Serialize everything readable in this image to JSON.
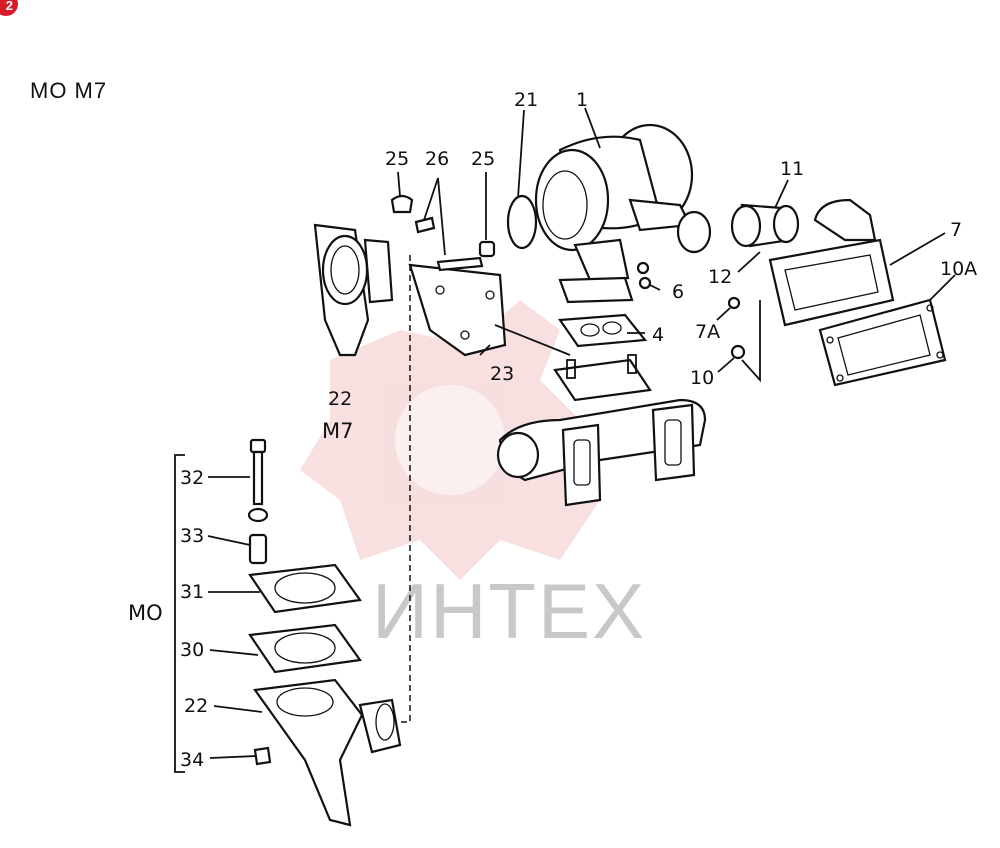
{
  "page_badge": "2",
  "header": "MO M7",
  "watermark": {
    "text": "ИНТЕХ"
  },
  "variants": {
    "m7": "M7",
    "mo": "MO"
  },
  "callouts": {
    "c1": "1",
    "c4": "4",
    "c6": "6",
    "c7": "7",
    "c7a": "7A",
    "c10": "10",
    "c10a": "10A",
    "c11": "11",
    "c12": "12",
    "c21": "21",
    "c22_m7": "22",
    "c22": "22",
    "c23": "23",
    "c25a": "25",
    "c25b": "25",
    "c26": "26",
    "c30": "30",
    "c31": "31",
    "c32": "32",
    "c33": "33",
    "c34": "34"
  },
  "colors": {
    "watermark": "#f2c6c6",
    "badge": "#d81b2a"
  }
}
